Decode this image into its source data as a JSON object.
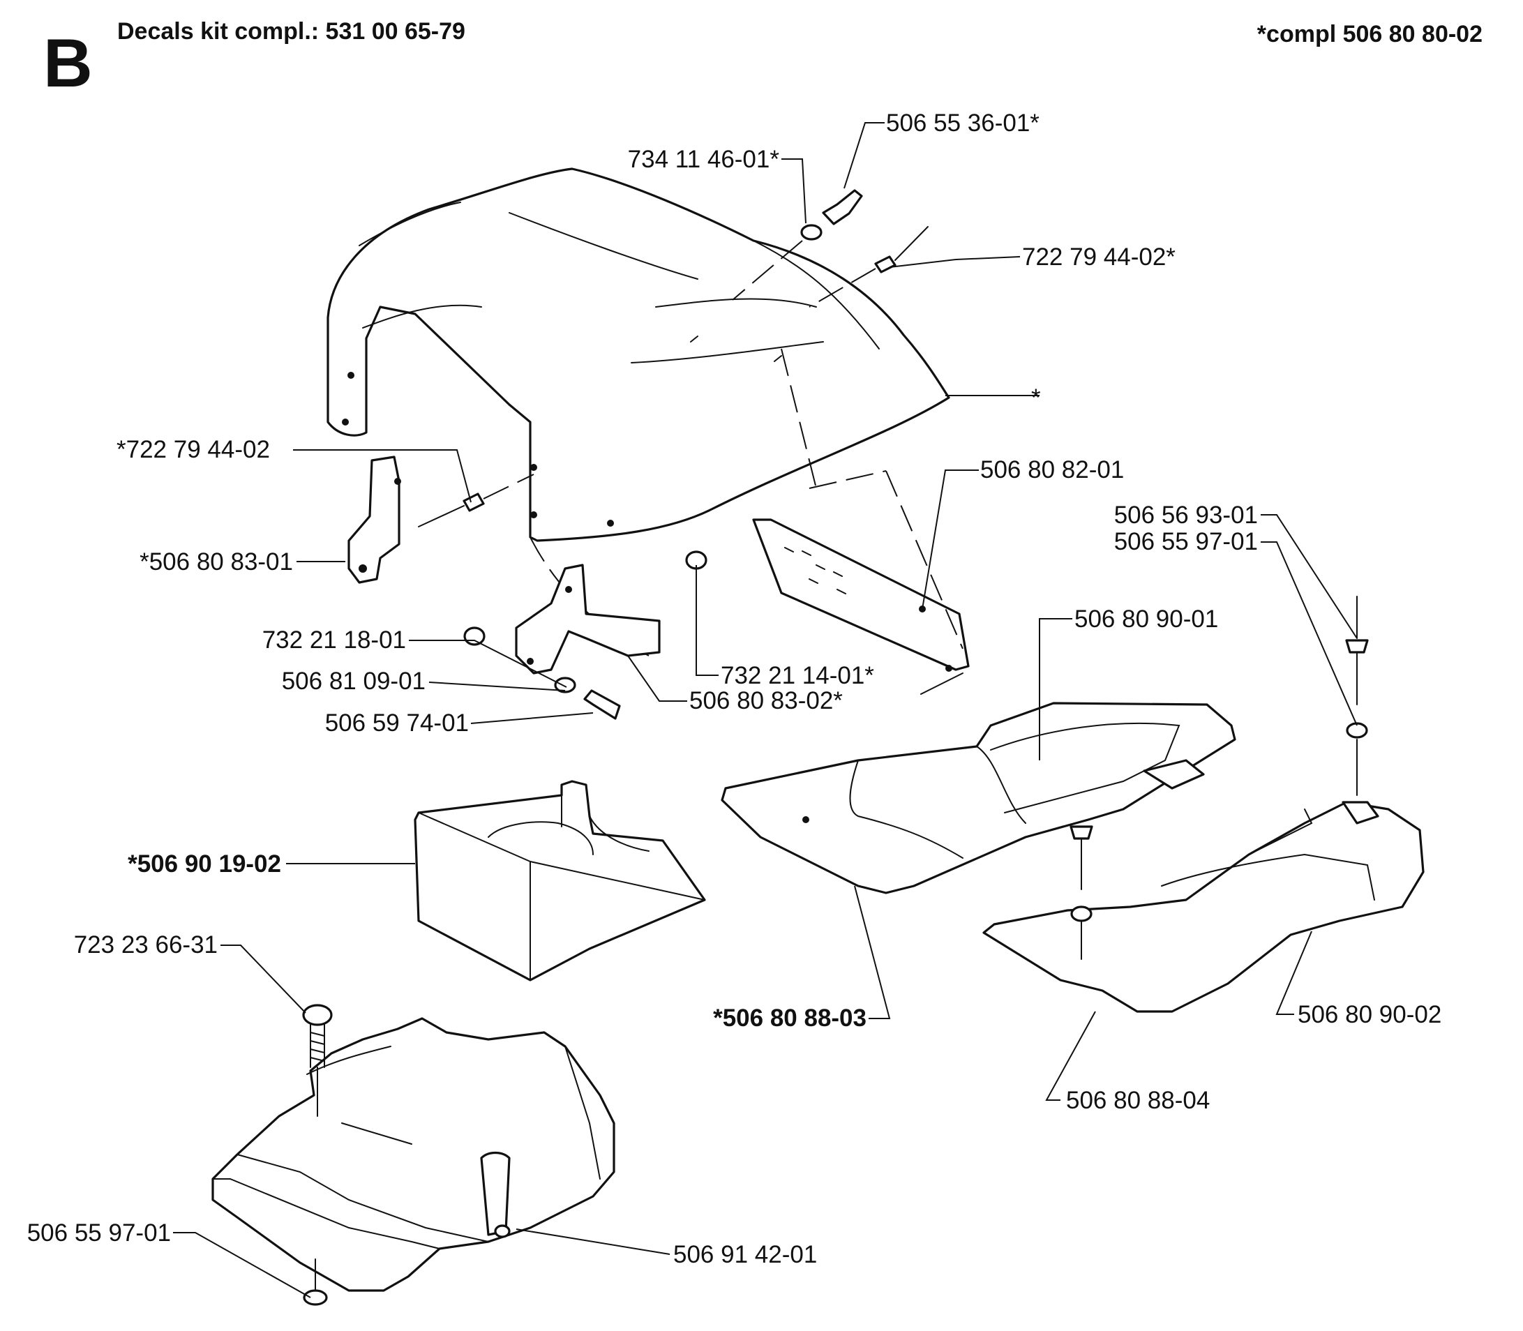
{
  "header": {
    "section_letter": "B",
    "decals_kit": "Decals kit compl.: 531 00 65-79",
    "compl": "*compl 506 80 80-02"
  },
  "labels": {
    "part_506_55_36_01": "506 55 36-01*",
    "part_734_11_46_01": "734 11 46-01*",
    "part_722_79_44_02_right": "722 79 44-02*",
    "hood_asterisk": "*",
    "part_722_79_44_02_left": "*722 79 44-02",
    "part_506_80_82_01": "506 80 82-01",
    "part_506_80_83_01": "*506 80 83-01",
    "part_506_56_93_01": "506 56 93-01",
    "part_506_55_97_01_right": "506 55 97-01",
    "part_506_80_90_01": "506 80 90-01",
    "part_732_21_18_01": "732 21 18-01",
    "part_506_81_09_01": "506 81 09-01",
    "part_732_21_14_01": "732 21 14-01*",
    "part_506_80_83_02": "506 80 83-02*",
    "part_506_59_74_01": "506 59 74-01",
    "part_506_90_19_02": "*506 90 19-02",
    "part_723_23_66_31": "723 23 66-31",
    "part_506_80_88_03": "*506 80 88-03",
    "part_506_80_90_02": "506 80 90-02",
    "part_506_80_88_04": "506 80 88-04",
    "part_506_55_97_01_left": "506 55 97-01",
    "part_506_91_42_01": "506 91 42-01"
  }
}
